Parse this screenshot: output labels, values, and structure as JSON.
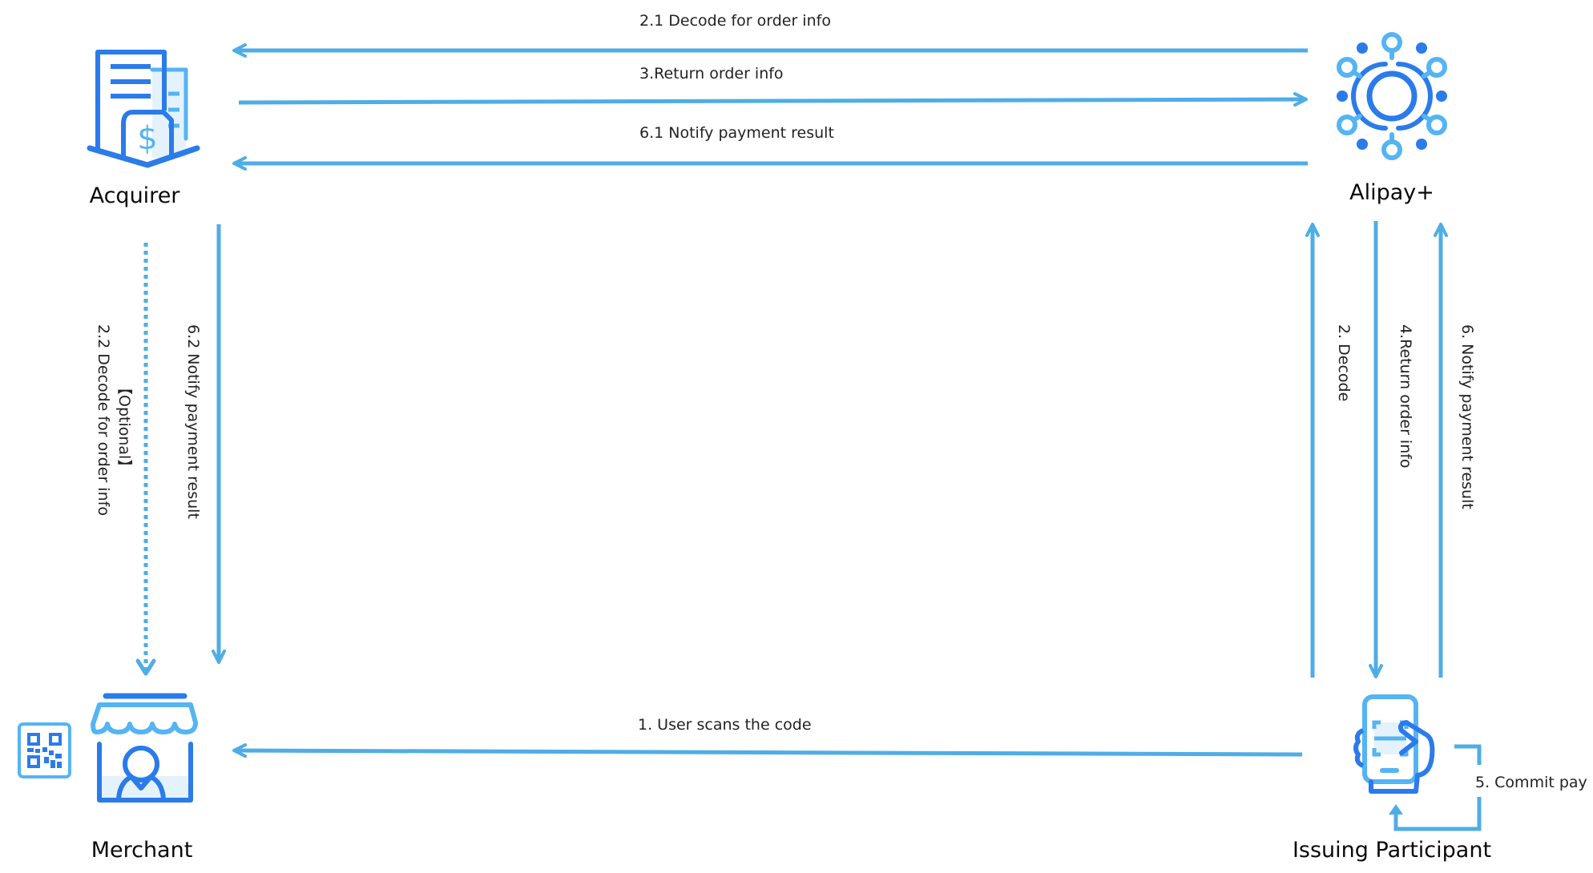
{
  "colors": {
    "arrow": "#4FADE6",
    "icon_dark": "#2B7BEA",
    "icon_light": "#55B4F3",
    "icon_fill": "#E4F2FB",
    "text": "#222222"
  },
  "nodes": {
    "acquirer": {
      "label": "Acquirer",
      "icon": "bank-building-dollar-icon"
    },
    "alipay": {
      "label": "Alipay+",
      "icon": "network-hub-icon"
    },
    "merchant": {
      "label": "Merchant",
      "icon": "storefront-person-icon",
      "side_icon": "qr-code-icon"
    },
    "issuer": {
      "label": "Issuing Participant",
      "icon": "phone-scan-hand-icon"
    }
  },
  "flows": {
    "step_2_1": {
      "label": "2.1 Decode for order info",
      "from": "Alipay+",
      "to": "Acquirer"
    },
    "step_3": {
      "label": "3.Return order info",
      "from": "Acquirer",
      "to": "Alipay+"
    },
    "step_6_1": {
      "label": "6.1 Notify payment result",
      "from": "Alipay+",
      "to": "Acquirer"
    },
    "step_2_2": {
      "label": "2.2  Decode for order info",
      "optional": "【Optional】",
      "from": "Acquirer",
      "to": "Merchant",
      "style": "dotted"
    },
    "step_6_2": {
      "label": "6.2 Notify payment result",
      "from": "Acquirer",
      "to": "Merchant"
    },
    "step_1": {
      "label": "1.  User scans the code",
      "from": "Issuing Participant",
      "to": "Merchant"
    },
    "step_2": {
      "label": "2. Decode",
      "from": "Issuing Participant",
      "to": "Alipay+"
    },
    "step_4": {
      "label": "4.Return order info",
      "from": "Alipay+",
      "to": "Issuing Participant"
    },
    "step_6": {
      "label": "6. Notify payment result",
      "from": "Issuing Participant",
      "to": "Alipay+"
    },
    "step_5": {
      "label": "5. Commit pay",
      "from": "Issuing Participant",
      "to": "Issuing Participant"
    }
  }
}
